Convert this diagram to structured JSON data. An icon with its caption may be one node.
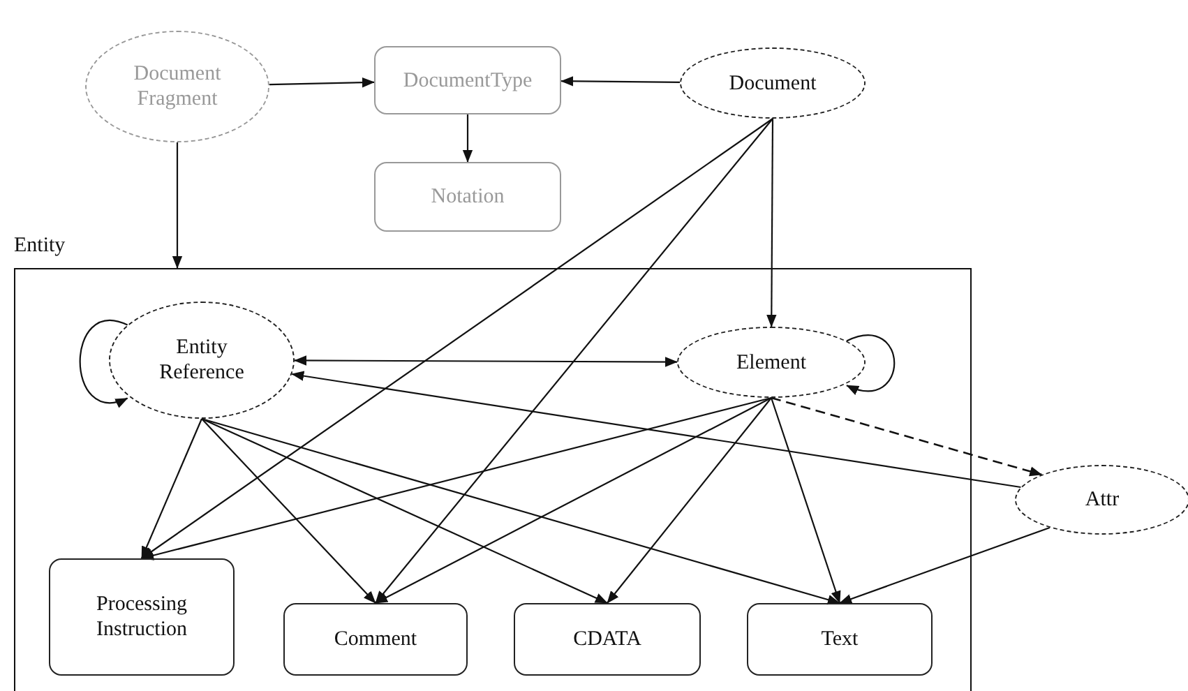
{
  "diagram": {
    "nodes": [
      {
        "text": [
          "Document Fragment"
        ]
      },
      {
        "text": [
          "DocumentType"
        ]
      },
      {
        "text": [
          "Document"
        ]
      },
      {
        "text": [
          "Notation"
        ]
      },
      {
        "text": [
          "Entity"
        ]
      },
      {
        "text": [
          "Entity Reference"
        ],
        "in": 4
      },
      {
        "text": [
          "Element"
        ],
        "in": 4
      },
      {
        "text": [
          "Attr"
        ]
      },
      {
        "text": [
          "Processing Instruction"
        ],
        "in": 4
      },
      {
        "text": [
          "Comment"
        ],
        "in": 4
      },
      {
        "text": [
          "CDATA"
        ],
        "in": 4
      },
      {
        "text": [
          "Text"
        ],
        "in": 4
      }
    ],
    "edges": [
      {
        "from": 0,
        "to": 1,
        "arrow": "to"
      },
      {
        "from": 2,
        "to": 1,
        "arrow": "to"
      },
      {
        "from": 1,
        "to": 3,
        "arrow": "to"
      },
      {
        "from": 0,
        "to": 4,
        "arrow": "to"
      },
      {
        "from": 5,
        "to": 5,
        "arrow": "to"
      },
      {
        "from": 6,
        "to": 6,
        "arrow": "to"
      },
      {
        "from": 5,
        "to": 6,
        "arrow": "both"
      },
      {
        "from": 2,
        "to": 6,
        "arrow": "to"
      },
      {
        "from": 2,
        "to": 8,
        "arrow": "to"
      },
      {
        "from": 2,
        "to": 9,
        "arrow": "to"
      },
      {
        "from": 5,
        "to": 8,
        "arrow": "to"
      },
      {
        "from": 5,
        "to": 9,
        "arrow": "to"
      },
      {
        "from": 5,
        "to": 10,
        "arrow": "to"
      },
      {
        "from": 5,
        "to": 11,
        "arrow": "to"
      },
      {
        "from": 6,
        "to": 8,
        "arrow": "to"
      },
      {
        "from": 6,
        "to": 9,
        "arrow": "to"
      },
      {
        "from": 6,
        "to": 10,
        "arrow": "to"
      },
      {
        "from": 6,
        "to": 11,
        "arrow": "to"
      },
      {
        "from": 6,
        "to": 7,
        "arrow": "to",
        "style": "dashed"
      },
      {
        "from": 7,
        "to": 5,
        "arrow": "to"
      },
      {
        "from": 7,
        "to": 11,
        "arrow": "to"
      }
    ]
  }
}
